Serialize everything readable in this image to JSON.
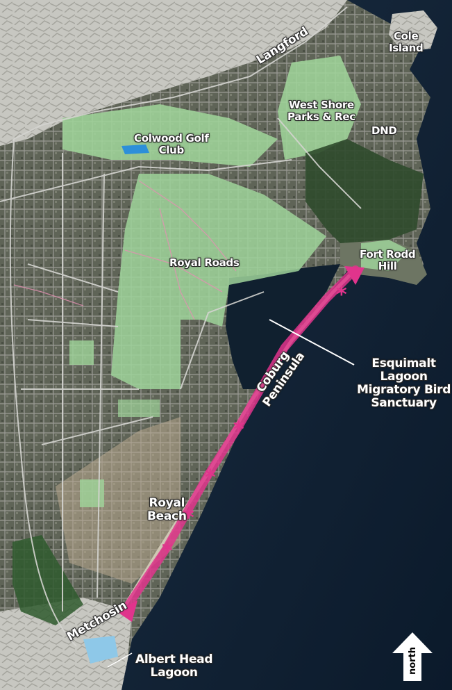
{
  "map": {
    "places": {
      "langford": "Langford",
      "cole_island": [
        "Cole",
        "Island"
      ],
      "west_shore": [
        "West Shore",
        "Parks & Rec"
      ],
      "dnd": "DND",
      "colwood_golf": [
        "Colwood Golf",
        "Club"
      ],
      "royal_roads": "Royal Roads",
      "fort_rodd_hill": [
        "Fort Rodd",
        "Hill"
      ],
      "esquimalt_lagoon": [
        "Esquimalt",
        "Lagoon",
        "Migratory Bird",
        "Sanctuary"
      ],
      "coburg_peninsula": [
        "Coburg",
        "Peninsula"
      ],
      "royal_beach": [
        "Royal",
        "Beach"
      ],
      "metchosin": "Metchosin",
      "albert_head_lagoon": [
        "Albert Head",
        "Lagoon"
      ]
    },
    "north_label": "north",
    "colors": {
      "water": "#0e1f33",
      "land": "#6b6f60",
      "park": "#9fd49a",
      "route": "#e0348c",
      "road": "#d8d8d8"
    },
    "route_markers": 5
  }
}
